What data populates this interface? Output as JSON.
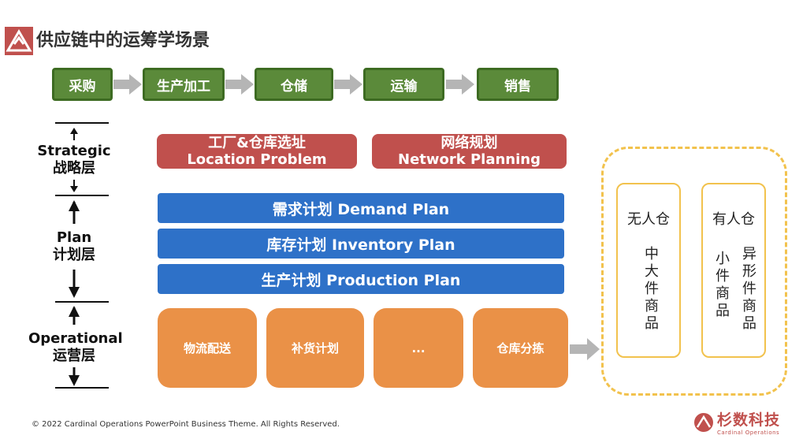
{
  "header": {
    "title": "供应链中的运筹学场景"
  },
  "chain": {
    "steps": [
      "采购",
      "生产加工",
      "仓储",
      "运输",
      "销售"
    ]
  },
  "layers": {
    "strategic": {
      "en": "Strategic",
      "zh": "战略层"
    },
    "plan": {
      "en": "Plan",
      "zh": "计划层"
    },
    "operational": {
      "en": "Operational",
      "zh": "运营层"
    }
  },
  "strategic_boxes": [
    {
      "zh": "工厂&仓库选址",
      "en": "Location Problem"
    },
    {
      "zh": "网络规划",
      "en": "Network Planning"
    }
  ],
  "plans": [
    "需求计划 Demand Plan",
    "库存计划 Inventory Plan",
    "生产计划 Production Plan"
  ],
  "operations": [
    "物流配送",
    "补货计划",
    "...",
    "仓库分拣"
  ],
  "warehouses": {
    "unmanned": {
      "title": "无人仓",
      "items": [
        "中大件商品"
      ]
    },
    "manned": {
      "title": "有人仓",
      "items": [
        "小件商品",
        "异形件商品"
      ]
    }
  },
  "footer": {
    "copyright": "© 2022 Cardinal Operations PowerPoint Business Theme. All Rights Reserved."
  },
  "brand": {
    "name": "杉数科技",
    "sub": "Cardinal Operations"
  },
  "colors": {
    "chain_green": "#5b8a3a",
    "strategic_red": "#c0504d",
    "plan_blue": "#2e71c8",
    "operational_orange": "#ea9147",
    "warehouse_gold": "#f2c24d",
    "arrow_gray": "#b5b5b5"
  }
}
